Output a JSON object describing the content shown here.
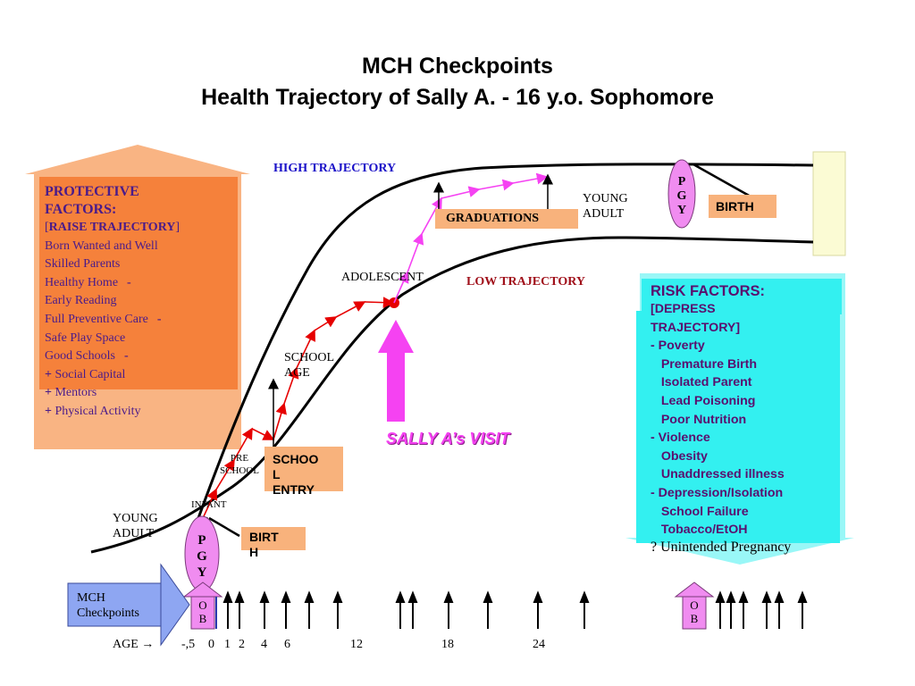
{
  "title": {
    "line1": "MCH Checkpoints",
    "line2": "Health Trajectory of Sally A. - 16 y.o. Sophomore"
  },
  "trajectory": {
    "high": "HIGH TRAJECTORY",
    "low": "LOW TRAJECTORY"
  },
  "stages": {
    "young_adult_top_1": "YOUNG",
    "young_adult_top_2": "ADULT",
    "adolescent": "ADOLESCENT",
    "school_age_1": "SCHOOL",
    "school_age_2": "AGE",
    "preschool_1": "PRE",
    "preschool_2": "SCHOOL",
    "infant": "INFANT",
    "young_adult_left_1": "YOUNG",
    "young_adult_left_2": "ADULT"
  },
  "milestones": {
    "graduations": "GRADUATIONS",
    "birth_top": "BIRTH",
    "school_entry": [
      "SCHOO",
      "L",
      "ENTRY"
    ],
    "birth_left": [
      "BIRT",
      "H"
    ]
  },
  "pgy": {
    "letters": [
      "P",
      "G",
      "Y"
    ]
  },
  "ob": {
    "letters": [
      "O",
      "B"
    ]
  },
  "visit": "SALLY A’s VISIT",
  "protective": {
    "heading": [
      "PROTECTIVE",
      "FACTORS:"
    ],
    "raise_open": "[",
    "raise": "RAISE TRAJECTORY",
    "raise_close": "]",
    "items": [
      {
        "text": "Born Wanted and Well",
        "mark": ""
      },
      {
        "text": "Skilled Parents",
        "mark": ""
      },
      {
        "text": "Healthy Home",
        "mark": "-"
      },
      {
        "text": "Early Reading",
        "mark": ""
      },
      {
        "text": "Full Preventive Care",
        "mark": "-"
      },
      {
        "text": "Safe Play Space",
        "mark": ""
      },
      {
        "text": "Good Schools",
        "mark": "-"
      }
    ],
    "plus_items": [
      {
        "prefix": "+",
        "text": " Social Capital"
      },
      {
        "prefix": "+",
        "text": " Mentors"
      },
      {
        "prefix": "+",
        "text": " Physical Activity"
      }
    ]
  },
  "risk": {
    "heading": "RISK FACTORS:",
    "lines": [
      "[DEPRESS",
      "TRAJECTORY]",
      "- Poverty",
      "  Premature Birth",
      "  Isolated Parent",
      "  Lead Poisoning",
      "  Poor Nutrition",
      "- Violence",
      "  Obesity",
      "  Unaddressed illness",
      "- Depression/Isolation",
      "  School Failure",
      "  Tobacco/EtOH"
    ],
    "last_prefix": "?",
    "last_text": " Unintended Pregnancy"
  },
  "checkpoints": {
    "label_1": "MCH",
    "label_2": "Checkpoints"
  },
  "age": {
    "label": "AGE →",
    "ticks": [
      "-,5",
      "0",
      "1",
      "2",
      "4",
      "6",
      "12",
      "18",
      "24"
    ]
  },
  "colors": {
    "protective_fill": "#f5813b",
    "protective_back": "#f9b483",
    "risk_fill": "#33f0f0",
    "risk_back": "#99f7f7",
    "pink": "#f542f2",
    "pgy_fill": "#f08cf0",
    "milestone_fill": "#f8b27c",
    "red": "#e60000",
    "high_label": "#1a10c8",
    "low_label": "#a0101a",
    "checkpoint_blue": "#8ea6f2",
    "cream": "#fbfbd4"
  }
}
